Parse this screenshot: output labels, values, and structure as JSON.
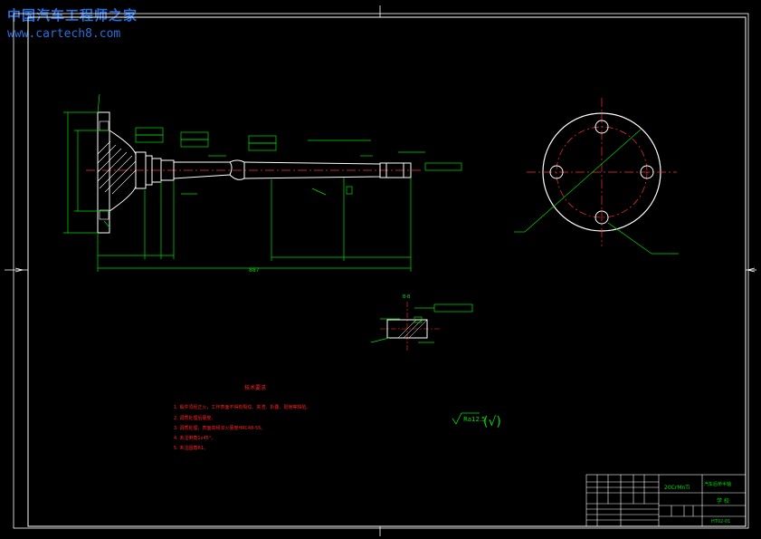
{
  "watermark": {
    "title": "中国汽车工程师之家",
    "url": "www.cartech8.com"
  },
  "colors": {
    "background": "#000000",
    "outline": "#ffffff",
    "dimension": "#00ff00",
    "centerline": "#ff0000",
    "notes": "#ff2020",
    "watermark": "#2a6fdb"
  },
  "tech_notes": {
    "heading": "技术要求",
    "items": [
      "1. 锻件须经正火，工作表面不得有裂纹、夹渣、折叠、斑疤等缺陷。",
      "2. 调质处理后硬度。",
      "3. 调质处理，表面高频淬火硬度HRC48-55。",
      "4. 未注倒角1x45°。",
      "5. 未注圆角R1。"
    ]
  },
  "roughness": {
    "value": "Ra12.5",
    "symbol": "(√)"
  },
  "dimensions": {
    "overall_length": "887",
    "section_label": "B-B"
  },
  "title_block": {
    "material": "20CrMnTi",
    "title": "汽车后桥半轴",
    "unit": "学 校",
    "drawing_no": "HT02-01"
  }
}
